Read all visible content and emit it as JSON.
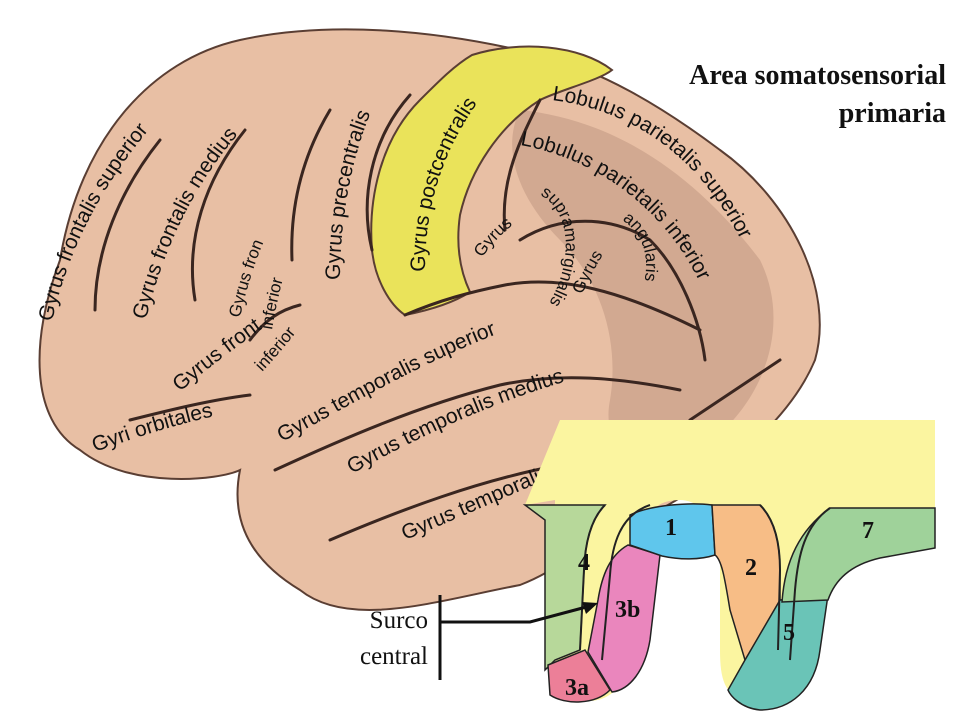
{
  "title": {
    "line1": "Area somatosensorial",
    "line2": "primaria"
  },
  "gyri": {
    "frontalis_superior": "Gyrus frontalis superior",
    "frontalis_medius": "Gyrus frontalis medius",
    "frontalis_inferior_a": "Gyrus frontalis",
    "frontalis_inferior_b": "inferior",
    "frontalis_inferior_c": "Gyrus frontalis",
    "frontalis_inferior_d": "inferior",
    "precentralis": "Gyrus precentralis",
    "postcentralis": "Gyrus postcentralis",
    "orbitales": "Gyri orbitales",
    "lobulus_parietalis_superior": "Lobulus parietalis superior",
    "lobulus_parietalis_inferior": "Lobulus parietalis inferior",
    "supramarginalis_a": "Gyrus",
    "supramarginalis_b": "supramarginalis",
    "angularis_a": "Gyrus",
    "angularis_b": "angularis",
    "temporalis_superior": "Gyrus temporalis superior",
    "temporalis_medius": "Gyrus temporalis medius",
    "temporalis_inferior": "Gyrus temporalis"
  },
  "inset": {
    "areas": {
      "a1": "1",
      "a2": "2",
      "a3a": "3a",
      "a3b": "3b",
      "a4": "4",
      "a5": "5",
      "a7": "7"
    },
    "colors": {
      "a1": "#5fc6ec",
      "a2": "#f7bd86",
      "a3a": "#ec7f98",
      "a3b": "#ea86bd",
      "a4": "#b7d89a",
      "a5": "#6ac4b7",
      "a7": "#9fd29a",
      "surface": "#fbf5a0"
    },
    "sulcus_label": {
      "line1": "Surco",
      "line2": "central"
    }
  },
  "colors": {
    "cortex": "#e8bfa4",
    "postcentral_highlight": "#eae35a"
  }
}
